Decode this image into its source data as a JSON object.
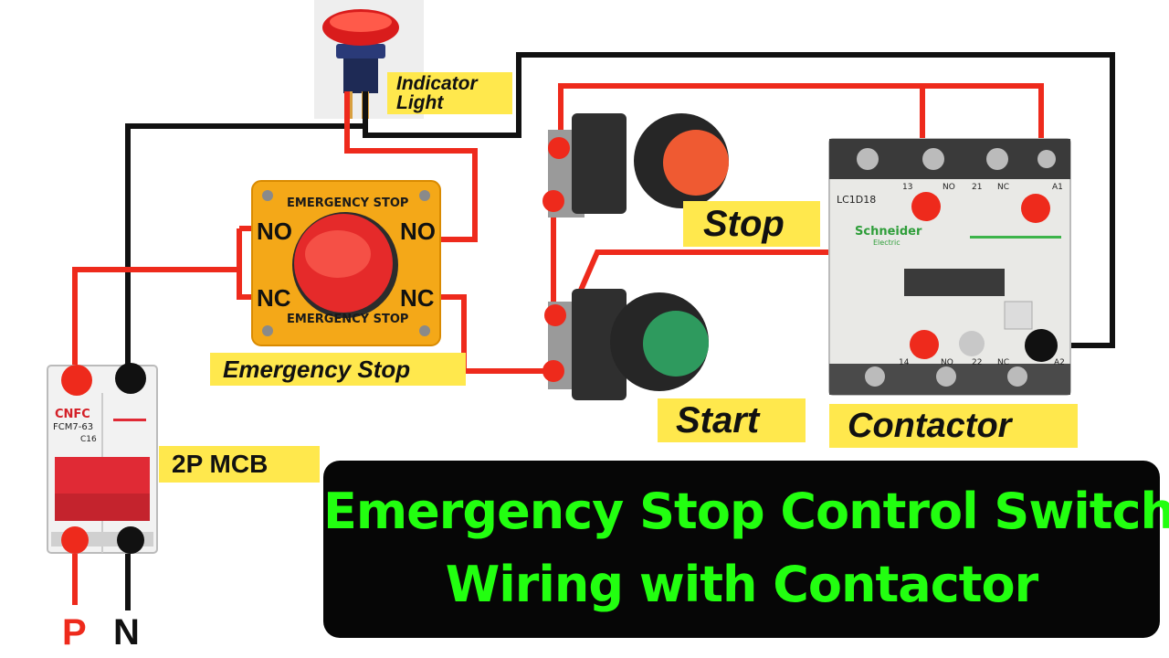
{
  "colors": {
    "live_wire": "#ee2a1c",
    "neutral_wire": "#111111",
    "label_bg": "#ffe84d",
    "title_text": "#22ff10",
    "title_bg": "#060606",
    "panel": "#f4a818"
  },
  "labels": {
    "indicator_line1": "Indicator",
    "indicator_line2": "Light",
    "stop": "Stop",
    "start": "Start",
    "contactor": "Contactor",
    "emergency_stop": "Emergency Stop",
    "mcb": "2P MCB"
  },
  "emergency_panel": {
    "top_text": "EMERGENCY STOP",
    "bottom_text": "EMERGENCY STOP",
    "left_top": "NO",
    "left_bottom": "NC",
    "right_top": "NO",
    "right_bottom": "NC"
  },
  "contactor": {
    "model": "LC1D18",
    "brand": "Schneider",
    "brand_sub": "Electric",
    "top_terminals": [
      "13",
      "NO",
      "21",
      "NC",
      "A1"
    ],
    "bottom_terminals": [
      "14",
      "NO",
      "22",
      "NC",
      "A2"
    ]
  },
  "mcb": {
    "brand": "CNFC",
    "model": "FCM7-63",
    "rating": "C16"
  },
  "terminals": {
    "phase": "P",
    "neutral": "N"
  },
  "title": {
    "line1": "Emergency Stop Control Switch",
    "line2": "Wiring with Contactor"
  }
}
